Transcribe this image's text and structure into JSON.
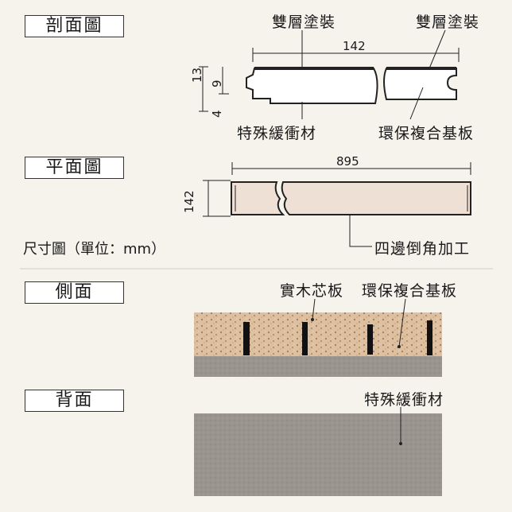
{
  "sections": {
    "cross_section": "剖面圖",
    "plan": "平面圖",
    "side": "側面",
    "back": "背面"
  },
  "labels": {
    "coating_left": "雙層塗裝",
    "coating_right": "雙層塗裝",
    "cushion": "特殊緩衝材",
    "eco_board": "環保複合基板",
    "bevel": "四邊倒角加工",
    "unit_note": "尺寸圖（單位：mm）",
    "solid_core": "實木芯板",
    "eco_board_side": "環保複合基板",
    "cushion_back": "特殊緩衝材"
  },
  "dimensions": {
    "width": "142",
    "thickness_total": "13",
    "thickness_board": "9",
    "thickness_cushion": "4",
    "length": "895",
    "plan_width": "142"
  },
  "colors": {
    "plank_fill": "#efe0d6",
    "cushion_gray": "#9a948f",
    "core_wood": "#d8b58e"
  }
}
